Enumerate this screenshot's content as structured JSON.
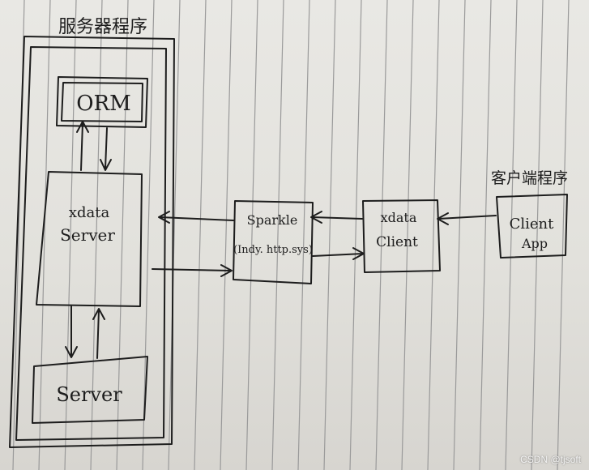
{
  "server_title": "服务器程序",
  "client_title": "客户端程序",
  "boxes": {
    "orm": "ORM",
    "xdata_server_line1": "xdata",
    "xdata_server_line2": "Server",
    "server": "Server",
    "sparkle_line1": "Sparkle",
    "sparkle_line2": "(Indy. http.sys)",
    "xdata_client_line1": "xdata",
    "xdata_client_line2": "Client",
    "client_app_line1": "Client",
    "client_app_line2": "App"
  },
  "watermark": "CSDN @tjsoft",
  "colors": {
    "ink": "#1d1d1d",
    "rule": "#9a9a9a"
  }
}
